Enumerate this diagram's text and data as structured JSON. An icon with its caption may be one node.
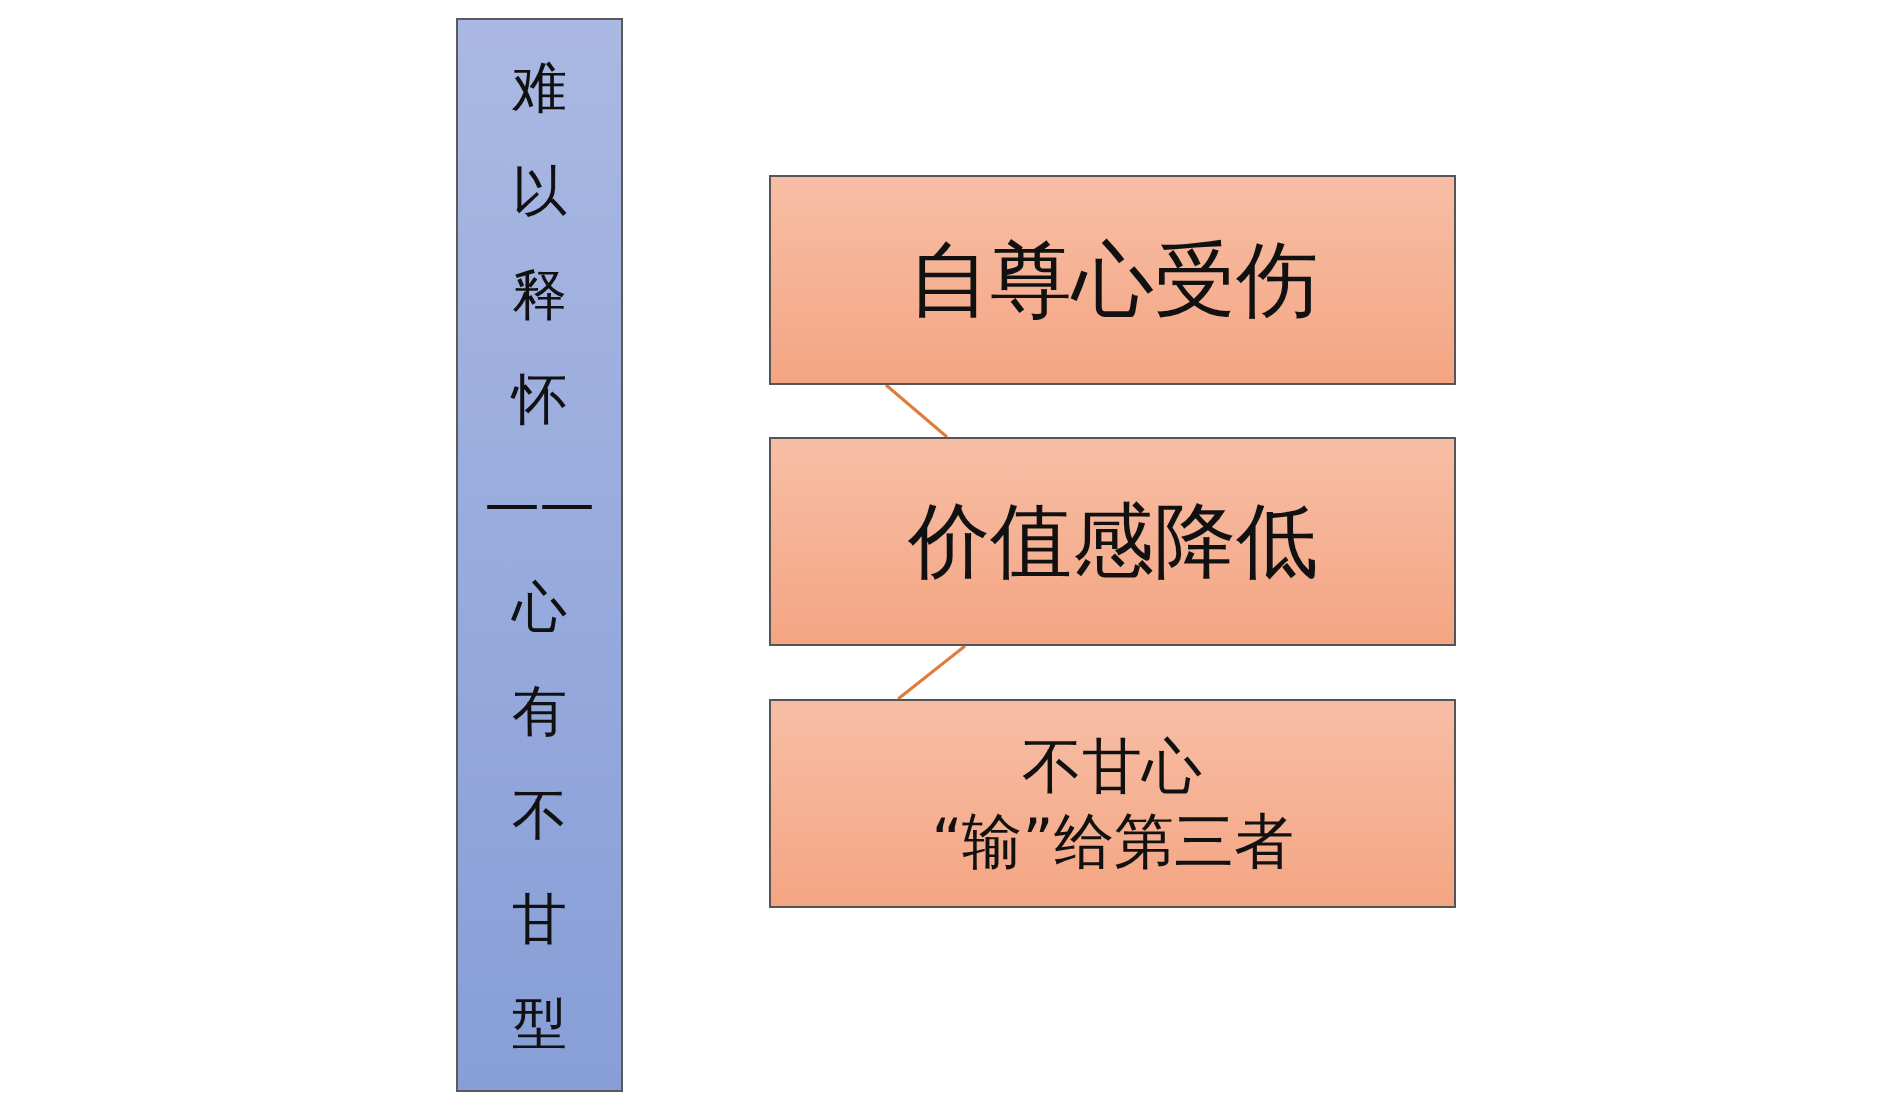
{
  "diagram": {
    "nodes": [
      {
        "text": [
          "难以释怀——心有不甘型"
        ]
      },
      {
        "text": [
          "自尊心受伤"
        ]
      },
      {
        "text": [
          "价值感降低"
        ]
      },
      {
        "text": [
          "不甘心 “输”给第三者"
        ]
      }
    ],
    "edges": [
      {
        "from": 1,
        "to": 2,
        "arrow": "none"
      },
      {
        "from": 2,
        "to": 3,
        "arrow": "none"
      }
    ]
  }
}
